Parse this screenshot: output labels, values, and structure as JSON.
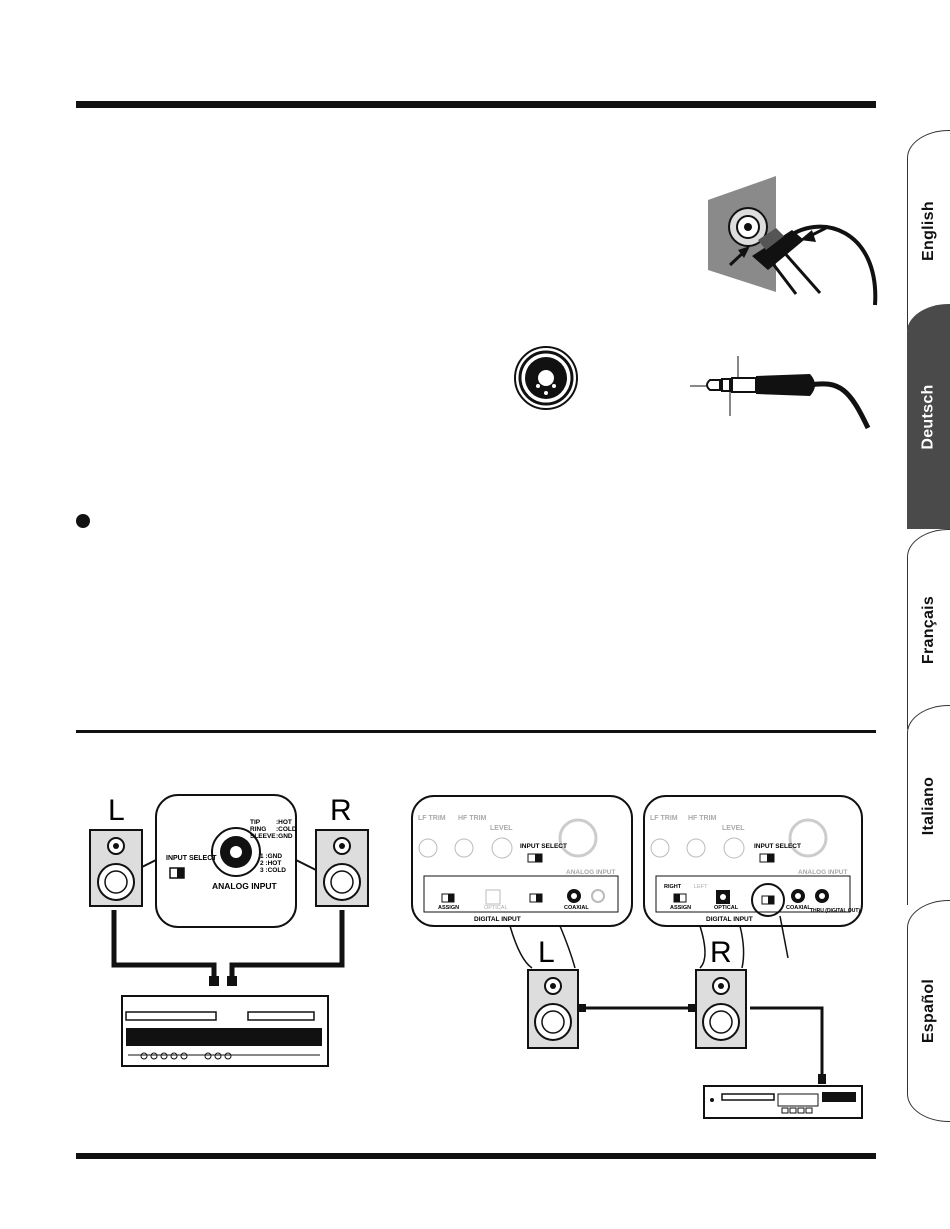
{
  "language_tabs": [
    {
      "label": "English",
      "active": false
    },
    {
      "label": "Deutsch",
      "active": true
    },
    {
      "label": "Français",
      "active": false
    },
    {
      "label": "Italiano",
      "active": false
    },
    {
      "label": "Español",
      "active": false
    }
  ],
  "figures": {
    "speaker_left_label": "L",
    "speaker_right_label": "R",
    "analog_panel": {
      "input_select": "INPUT SELECT",
      "analog_input": "ANALOG INPUT",
      "tip": "TIP",
      "ring": "RING",
      "sleeve": "SLEEVE",
      "hot": ":HOT",
      "cold": ":COLD",
      "gnd": ":GND",
      "pin1": "1 :GND",
      "pin2": "2 :HOT",
      "pin3": "3 :COLD"
    },
    "digital_panel": {
      "lf_trim": "LF TRIM",
      "hf_trim": "HF TRIM",
      "level": "LEVEL",
      "input_select": "INPUT SELECT",
      "analog_input": "ANALOG INPUT",
      "right": "RIGHT",
      "left": "LEFT",
      "assign": "ASSIGN",
      "optical": "OPTICAL",
      "coaxial": "COAXIAL",
      "thru": "THRU (DIGITAL OUT)",
      "digital_input": "DIGITAL INPUT"
    },
    "colors": {
      "ink": "#111111",
      "tab_active": "#4a4a4a",
      "wall": "#8a8a8a"
    }
  }
}
